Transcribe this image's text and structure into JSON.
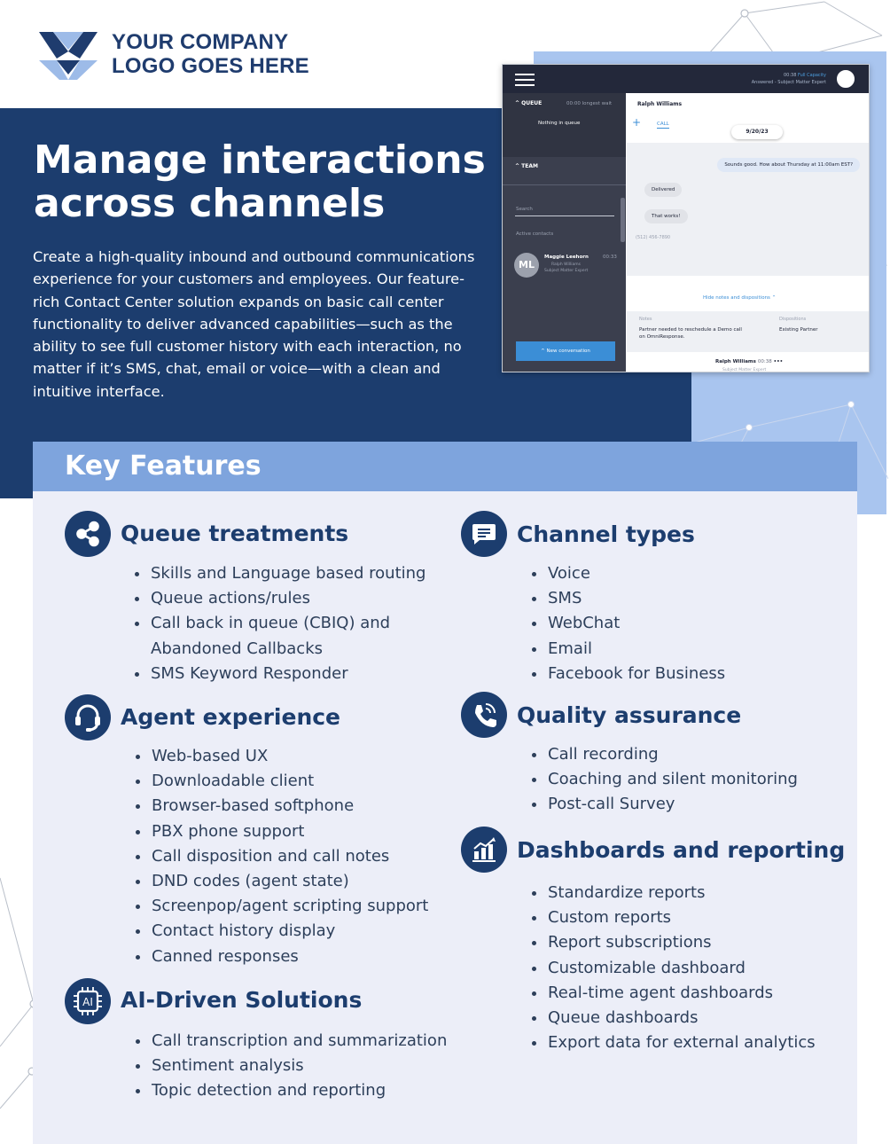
{
  "logo": {
    "line1": "YOUR COMPANY",
    "line2": "LOGO GOES HERE"
  },
  "hero": {
    "title": "Manage interactions across channels",
    "body": "Create a high-quality inbound and outbound communications experience for your customers and employees. Our feature-rich Contact Center solution expands on basic call center functionality to deliver advanced capabilities—such as the ability to see full customer history with each interaction, no matter if it’s SMS, chat, email or voice—with a clean and intuitive interface."
  },
  "app": {
    "status_time": "00:38",
    "status_capacity": "Full Capacity",
    "status_sub": "Answered - Subject Matter Expert",
    "queue_label": "QUEUE",
    "queue_wait": "00:00 longest wait",
    "queue_empty": "Nothing in queue",
    "team_label": "TEAM",
    "search_placeholder": "Search",
    "active_contacts": "Active contacts",
    "contact": {
      "initials": "ML",
      "name": "Maggie Leehorn",
      "time": "00:33",
      "line1": "Ralph Williams",
      "line2": "Subject Matter Expert"
    },
    "new_conversation": "New conversation",
    "conv_name": "Ralph Williams",
    "tab_call": "CALL",
    "date": "9/20/23",
    "msg_out": "Sounds good. How about Thursday at 11:00am EST?",
    "msg_in1": "Delivered",
    "msg_in2": "That works!",
    "phone": "(512) 456-7890",
    "hide_notes": "Hide notes and dispositions",
    "notes_label": "Notes",
    "notes_text": "Partner needed to reschedule a Demo call on OmniResponse.",
    "dispositions_label": "Dispositions",
    "dispositions_value": "Existing Partner",
    "call_name": "Ralph Williams",
    "call_time": "00:38",
    "call_role": "Subject Matter Expert"
  },
  "key_features": {
    "title": "Key Features",
    "sections": [
      {
        "title": "Queue treatments",
        "icon": "share-icon",
        "items": [
          "Skills and Language based routing",
          "Queue actions/rules",
          "Call back in queue (CBIQ) and",
          "Abandoned Callbacks",
          "SMS Keyword Responder"
        ]
      },
      {
        "title": "Agent experience",
        "icon": "headset-icon",
        "items": [
          "Web-based UX",
          "Downloadable client",
          "Browser-based softphone",
          "PBX phone support",
          "Call disposition and call notes",
          "DND codes (agent state)",
          "Screenpop/agent scripting support",
          "Contact history display",
          "Canned responses"
        ]
      },
      {
        "title": "AI-Driven Solutions",
        "icon": "ai-chip-icon",
        "icon_text": "AI",
        "items": [
          "Call transcription and summarization",
          "Sentiment analysis",
          "Topic detection and reporting"
        ]
      },
      {
        "title": "Channel types",
        "icon": "chat-bubble-icon",
        "items": [
          "Voice",
          "SMS",
          "WebChat",
          "Email",
          "Facebook for Business"
        ]
      },
      {
        "title": "Quality assurance",
        "icon": "phone-ring-icon",
        "items": [
          "Call recording",
          "Coaching and silent monitoring",
          "Post-call Survey"
        ]
      },
      {
        "title": "Dashboards and reporting",
        "icon": "chart-icon",
        "items": [
          "Standardize reports",
          "Custom reports",
          "Report subscriptions",
          "Customizable dashboard",
          "Real-time agent dashboards",
          "Queue dashboards",
          "Export data for external analytics"
        ]
      }
    ]
  }
}
